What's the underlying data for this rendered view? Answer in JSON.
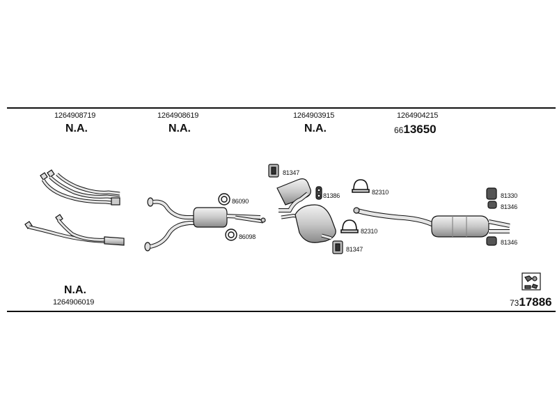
{
  "header_part_numbers": [
    "1264908719",
    "1264908619",
    "1264903915",
    "1264904215"
  ],
  "header_status": [
    "N.A.",
    "N.A.",
    "N.A."
  ],
  "kit_code_top": {
    "prefix": "66",
    "number": "13650"
  },
  "bottom_left": {
    "status": "N.A.",
    "part_number": "1264906019"
  },
  "kit_code_bottom": {
    "prefix": "73",
    "number": "17886"
  },
  "accessory_labels": {
    "a": "86090",
    "b": "86098",
    "c": "81347",
    "d": "81386",
    "e": "82310",
    "f": "82310",
    "g": "81347",
    "h": "81330",
    "i": "81346",
    "j": "81346"
  },
  "icons": [
    "exhaust-manifold-icon",
    "y-pipe-icon",
    "gasket-ring-icon",
    "bracket-clamp-icon",
    "rubber-hanger-icon",
    "u-clamp-icon",
    "front-silencer-icon",
    "rear-silencer-icon",
    "mounting-kit-icon"
  ],
  "colors": {
    "line": "#111111",
    "metal_light": "#e6e6e6",
    "metal_mid": "#bdbdbd",
    "metal_dark": "#7a7a7a"
  }
}
